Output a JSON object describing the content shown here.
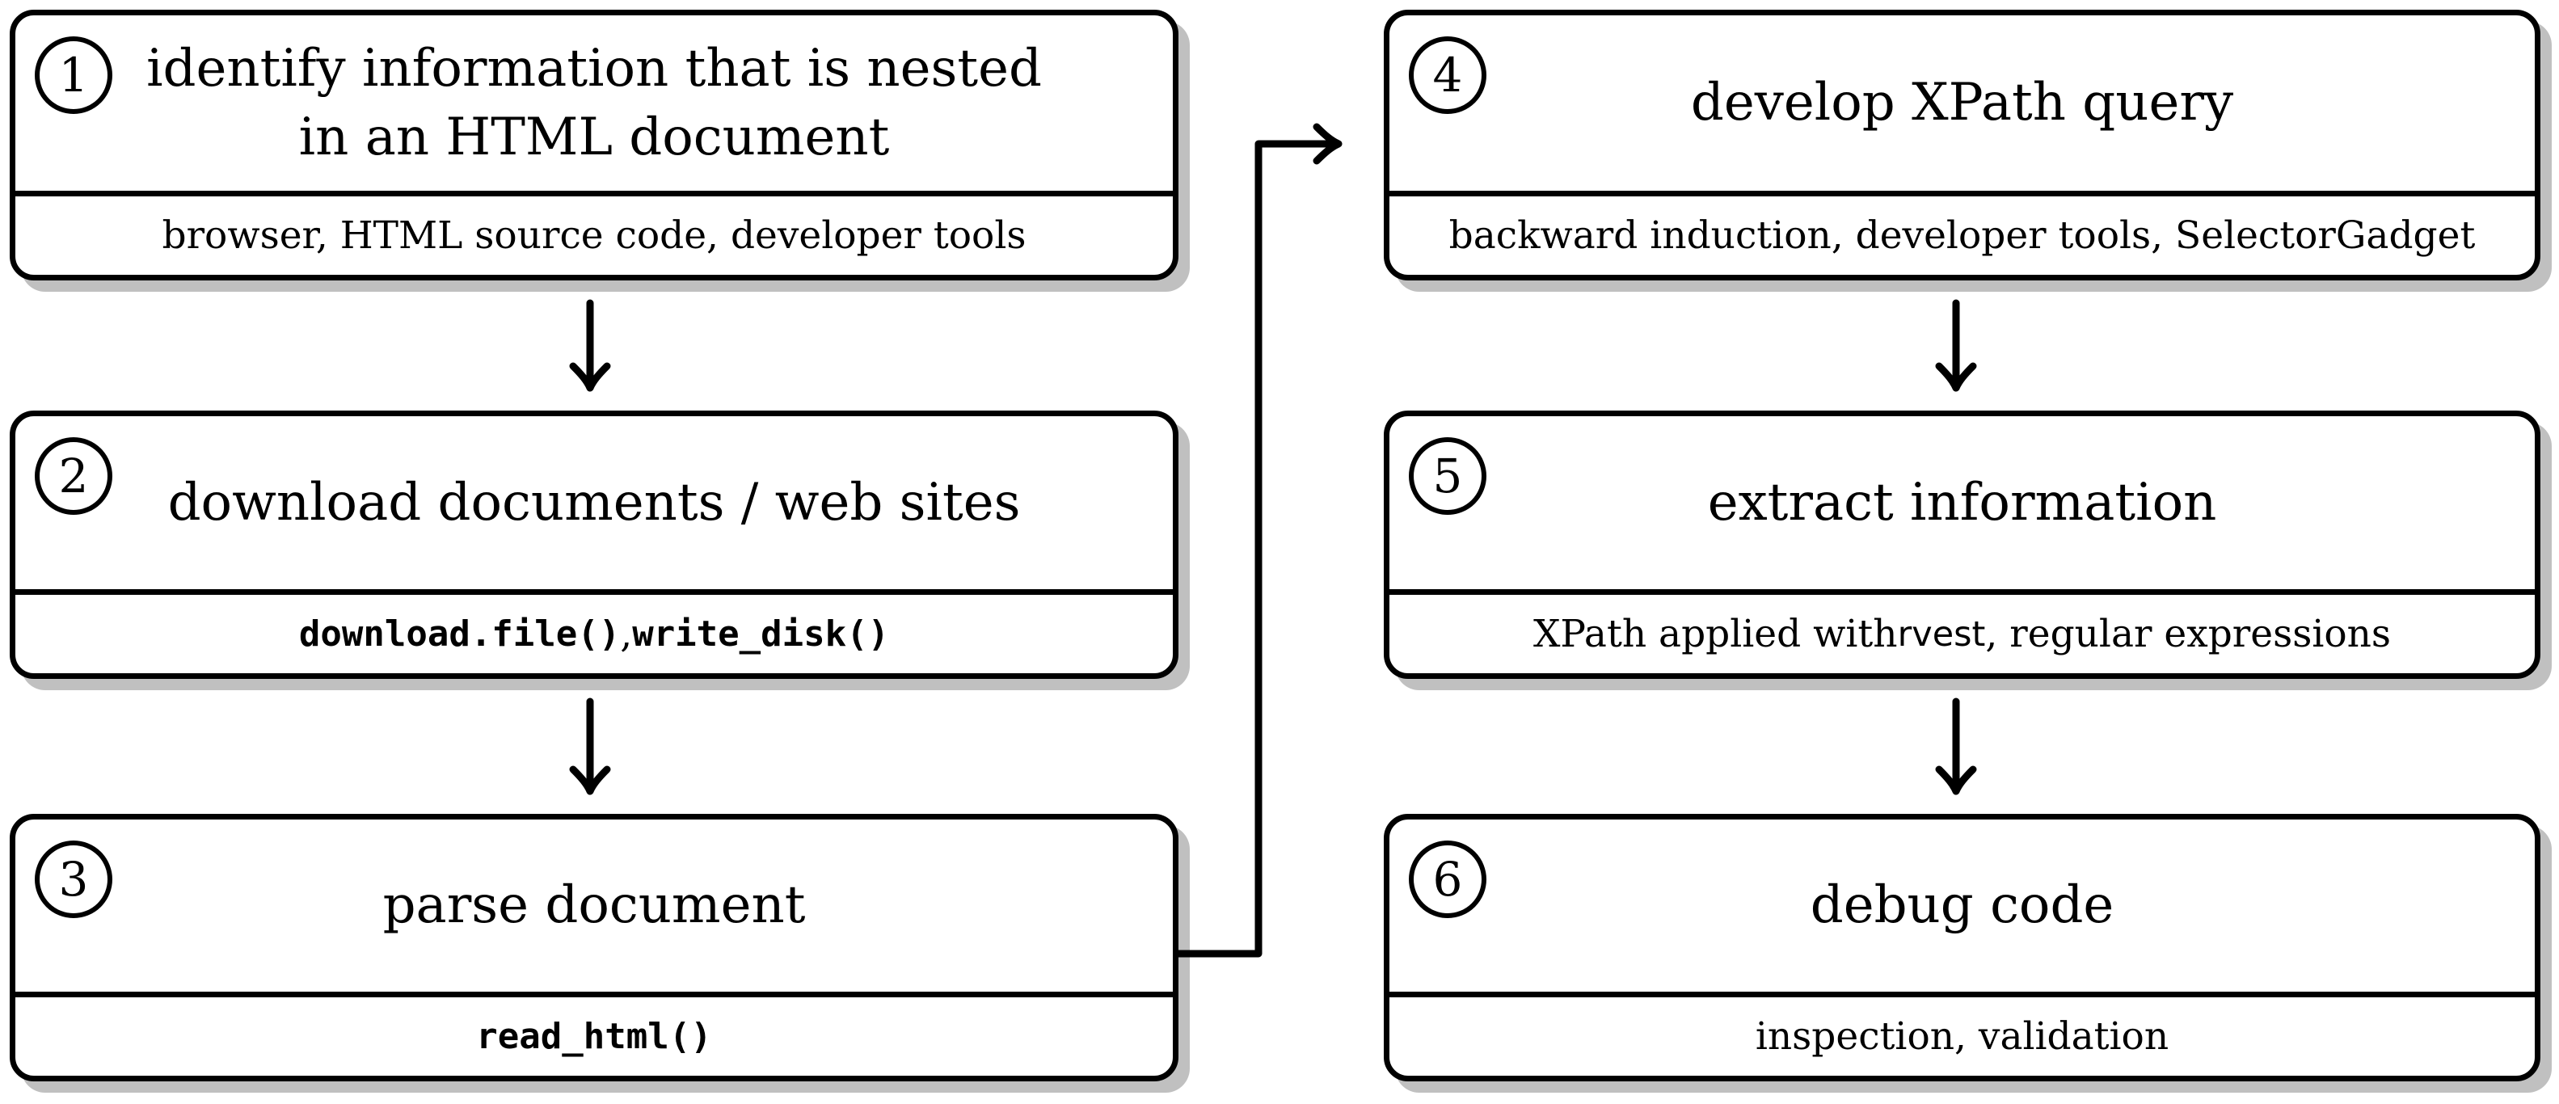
{
  "diagram": {
    "colors": {
      "stroke": "#000000",
      "fill": "#ffffff",
      "shadow": "#c0c0c0",
      "background": "#ffffff"
    },
    "boxes": {
      "b1": {
        "num": "1",
        "title_line1": "identify information that is nested",
        "title_line2": "in an HTML document",
        "sub": "browser, HTML source code, developer tools"
      },
      "b2": {
        "num": "2",
        "title_line1": "download documents / web sites",
        "sub_code1": "download.file()",
        "sub_sep": ", ",
        "sub_code2": "write_disk()"
      },
      "b3": {
        "num": "3",
        "title_line1": "parse document",
        "sub_code1": "read_html()"
      },
      "b4": {
        "num": "4",
        "title_line1": "develop XPath query",
        "sub": "backward induction, developer tools, SelectorGadget"
      },
      "b5": {
        "num": "5",
        "title_line1": "extract information",
        "sub_pre": "XPath applied with ",
        "sub_pkg": "rvest",
        "sub_post": ", regular expressions"
      },
      "b6": {
        "num": "6",
        "title_line1": "debug code",
        "sub": "inspection, validation"
      }
    },
    "flow": "1 -> 2 -> 3 -> 4 -> 5 -> 6"
  }
}
